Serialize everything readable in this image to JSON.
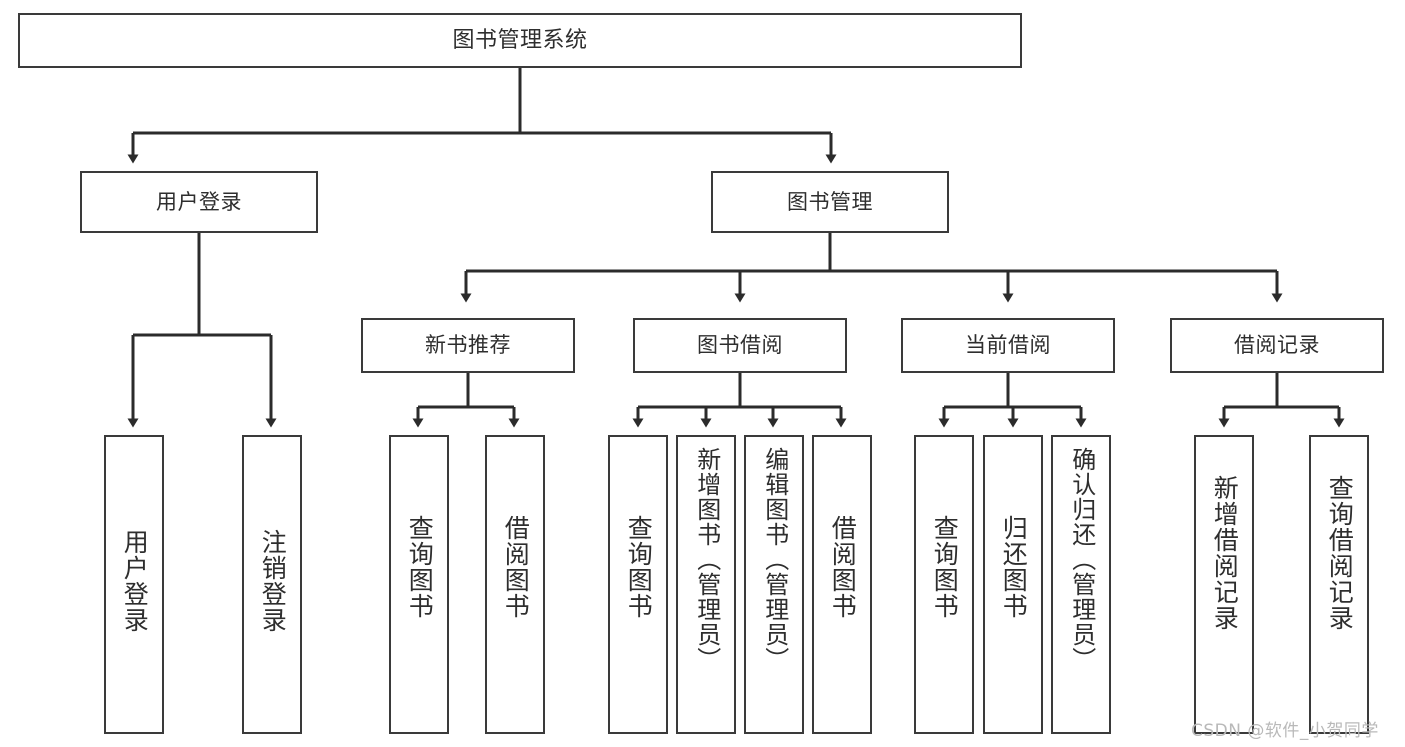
{
  "diagram": {
    "title": "图书管理系统",
    "type": "tree-hierarchy",
    "colors": {
      "box_border": "#3a3a3a",
      "box_fill": "#ffffff",
      "edge": "#2b2b2b",
      "text": "#2e2e2e",
      "watermark": "#b9b9b9",
      "background": "#ffffff"
    },
    "root": {
      "label": "图书管理系统"
    },
    "level2": [
      {
        "label": "用户登录"
      },
      {
        "label": "图书管理"
      }
    ],
    "level3": [
      {
        "label": "新书推荐"
      },
      {
        "label": "图书借阅"
      },
      {
        "label": "当前借阅"
      },
      {
        "label": "借阅记录"
      }
    ],
    "leaves": {
      "user_login": [
        {
          "label": "用户登录"
        },
        {
          "label": "注销登录"
        }
      ],
      "new_book_recommend": [
        {
          "label": "查询图书"
        },
        {
          "label": "借阅图书"
        }
      ],
      "book_borrow": [
        {
          "label": "查询图书"
        },
        {
          "label": "新增图书（管理员）"
        },
        {
          "label": "编辑图书（管理员）"
        },
        {
          "label": "借阅图书"
        }
      ],
      "current_borrow": [
        {
          "label": "查询图书"
        },
        {
          "label": "归还图书"
        },
        {
          "label": "确认归还（管理员）"
        }
      ],
      "borrow_record": [
        {
          "label": "新增借阅记录"
        },
        {
          "label": "查询借阅记录"
        }
      ]
    },
    "watermark": "CSDN @软件_小贺同学"
  }
}
